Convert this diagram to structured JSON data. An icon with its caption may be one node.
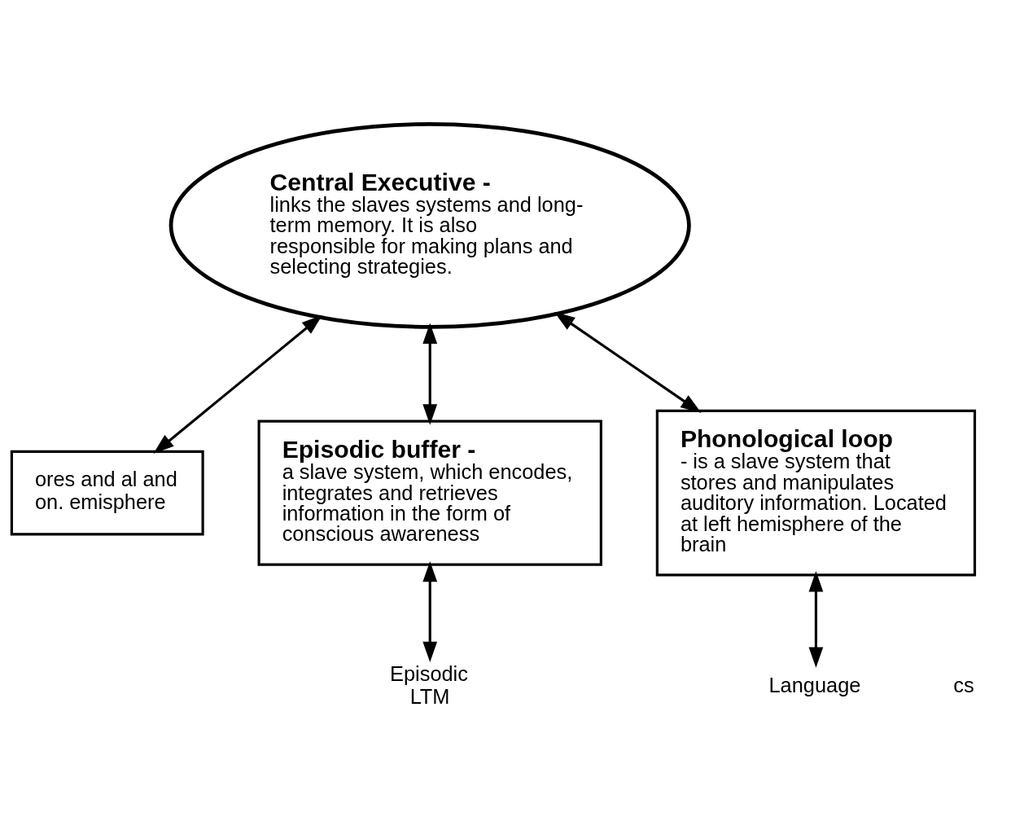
{
  "diagram": {
    "nodes": [
      {
        "text": [
          "Central Executive -",
          "links the slaves systems and long-term memory. It is also responsible for making plans and selecting strategies."
        ]
      },
      {
        "text": [
          "ores and al and on. emisphere"
        ]
      },
      {
        "text": [
          "Episodic buffer -",
          "a slave system, which encodes, integrates and retrieves information in the form of conscious awareness"
        ]
      },
      {
        "text": [
          "Phonological loop",
          "- is a slave system that stores and manipulates auditory information. Located at left hemisphere of the brain"
        ]
      },
      {
        "text": [
          "cs"
        ]
      },
      {
        "text": [
          "Episodic LTM"
        ]
      },
      {
        "text": [
          "Language"
        ]
      }
    ],
    "edges": [
      {
        "from": 0,
        "to": 1,
        "arrow": "both"
      },
      {
        "from": 0,
        "to": 2,
        "arrow": "both"
      },
      {
        "from": 0,
        "to": 3,
        "arrow": "both"
      },
      {
        "from": 2,
        "to": 5,
        "arrow": "both"
      },
      {
        "from": 3,
        "to": 6,
        "arrow": "both"
      }
    ]
  }
}
